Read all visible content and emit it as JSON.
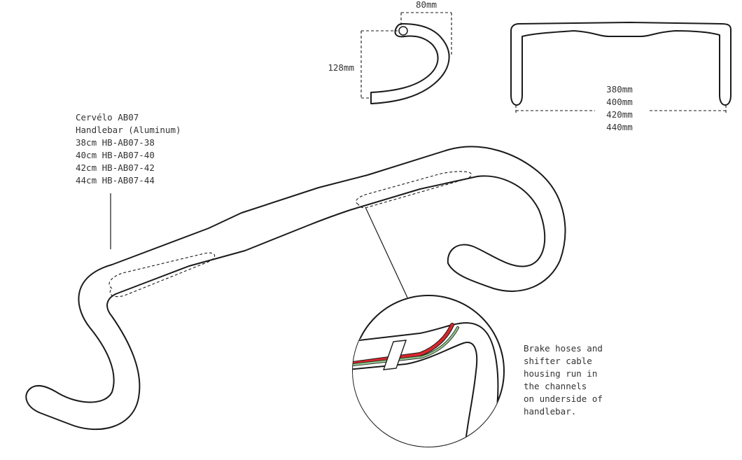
{
  "product_label": {
    "lines": [
      "Cervélo AB07",
      "Handlebar (Aluminum)",
      "38cm HB-AB07-38",
      "40cm HB-AB07-40",
      "42cm HB-AB07-42",
      "44cm HB-AB07-44"
    ]
  },
  "side_view": {
    "reach": "80mm",
    "drop": "128mm"
  },
  "front_view": {
    "widths": [
      "380mm",
      "400mm",
      "420mm",
      "440mm"
    ]
  },
  "callout": {
    "lines": [
      "Brake hoses and",
      "shifter cable",
      "housing run in",
      "the channels",
      "on underside of",
      "handlebar."
    ]
  },
  "colors": {
    "bar_fill": "#e3e3e3",
    "outline": "#1a1a1a",
    "brake_hose": "#d9262c",
    "shifter_housing": "#8fc58a",
    "text": "#333333"
  }
}
